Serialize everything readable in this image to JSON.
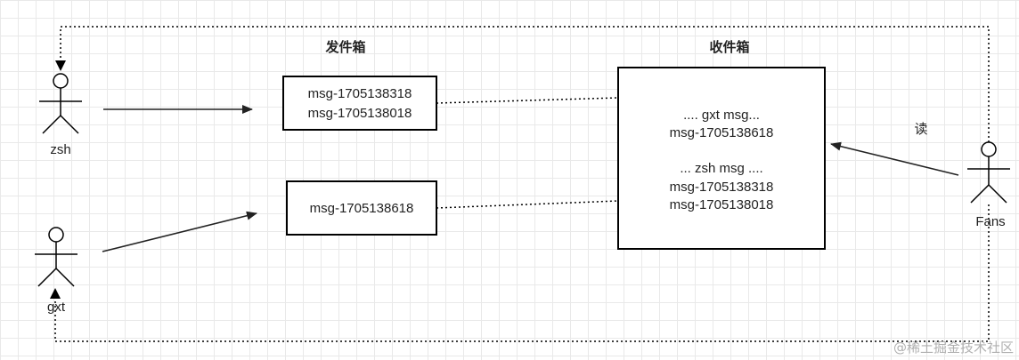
{
  "diagram": {
    "outbox_title": "发件箱",
    "inbox_title": "收件箱",
    "read_label": "读",
    "actors": {
      "zsh": "zsh",
      "gxt": "gxt",
      "fans": "Fans"
    },
    "outbox_zsh": [
      "msg-1705138318",
      "msg-1705138018"
    ],
    "outbox_gxt": [
      "msg-1705138618"
    ],
    "inbox": {
      "gxt_header": ".... gxt msg...",
      "gxt_items": [
        "msg-1705138618"
      ],
      "zsh_header": "... zsh msg ....",
      "zsh_items": [
        "msg-1705138318",
        "msg-1705138018"
      ]
    }
  },
  "watermark": "@稀土掘金技术社区"
}
